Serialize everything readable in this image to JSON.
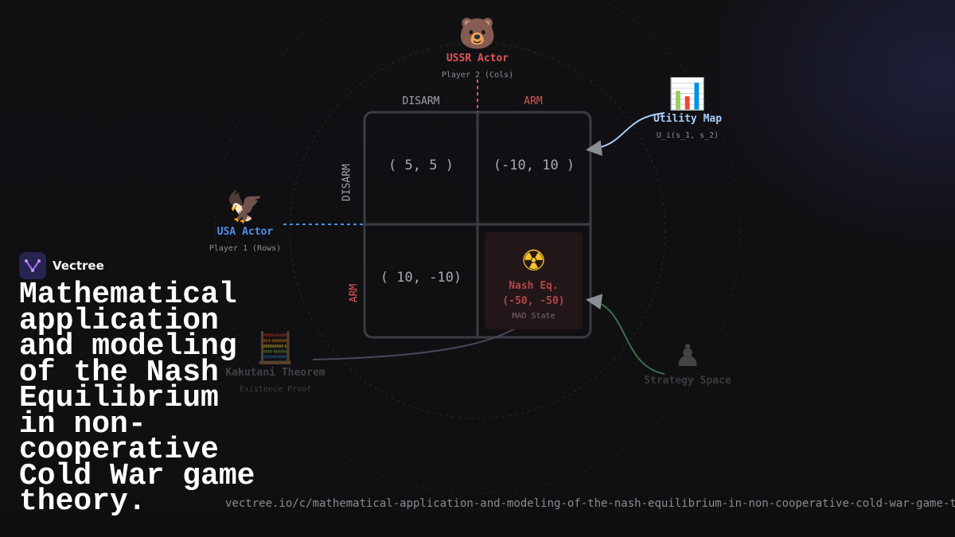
{
  "brand": {
    "name": "Vectree"
  },
  "headline": "Mathematical application and modeling of the Nash Equilibrium in non-cooperative Cold War game theory.",
  "url": "vectree.io/c/mathematical-application-and-modeling-of-the-nash-equilibrium-in-non-cooperative-cold-war-game-t",
  "diagram": {
    "ussr": {
      "icon": "🐻",
      "title": "USSR Actor",
      "subtitle": "Player 2 (Cols)"
    },
    "usa": {
      "icon": "🦅",
      "title": "USA Actor",
      "subtitle": "Player 1 (Rows)"
    },
    "utility": {
      "icon": "📊",
      "title": "Utility Map",
      "subtitle": "U_i(s_1, s_2)"
    },
    "kakutani": {
      "icon": "🧮",
      "title": "Kakutani Theorem",
      "subtitle": "Existence Proof"
    },
    "strategy": {
      "icon": "♟",
      "title": "Strategy Space",
      "subtitle": ""
    },
    "columns": [
      "DISARM",
      "ARM"
    ],
    "rows": [
      "DISARM",
      "ARM"
    ],
    "payoffs": {
      "dd": "( 5, 5 )",
      "da": "(-10, 10 )",
      "ad": "( 10, -10)"
    },
    "nash": {
      "icon": "☢",
      "label": "Nash Eq.",
      "value": "(-50, -50)",
      "note": "MAD State"
    },
    "colors": {
      "ussr": "#e05555",
      "usa": "#4f8fe8",
      "utility": "#a8ccf8",
      "arm": "#e05555",
      "grid": "#3a3d44"
    }
  }
}
